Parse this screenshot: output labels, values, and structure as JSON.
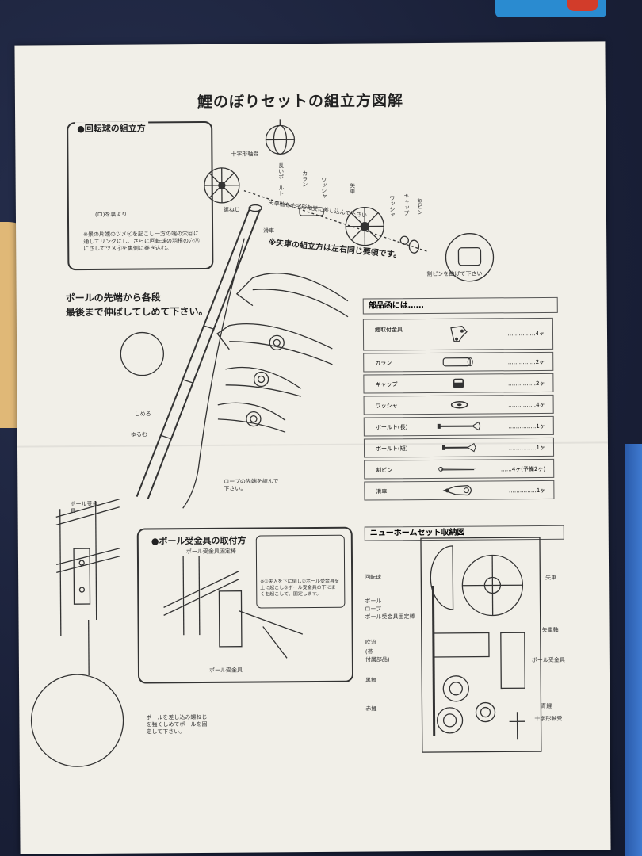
{
  "title": "鯉のぼりセットの組立方図解",
  "rotating_ball": {
    "heading": "●回転球の組立方",
    "note": "※景の片端のツメ㋑を起こし一方の端の穴㋺に通してリングにし、さらに回転球の羽根の穴㋩にさしてツメ㋑を裏側に巻き込む。",
    "sub_label": "(ロ)を裏より"
  },
  "assembly_labels": {
    "cross_bearing": "十字形軸受",
    "bolt_long": "長いボールト",
    "collar": "カラン",
    "washer": "ワッシャ",
    "windmill": "矢車",
    "washer2": "ワッシャ",
    "cap": "キャップ",
    "split_pin": "割ピン",
    "screw": "螺ねじ",
    "pulley": "滑車",
    "axle_note": "矢車軸を十字形軸受に差し込んで下さい",
    "pin_note": "割ピンを曲げて下さい",
    "windmill_note": "※矢車の組立方は左右同じ要領です。"
  },
  "pole_note": {
    "line1": "ポールの先端から各段",
    "line2": "最後まで伸ばしてしめて下さい。"
  },
  "tighten": "しめる",
  "loosen": "ゆるむ",
  "rope_note": "ロープの先端を結んで下さい。",
  "pole_receiver": "ポール受金具",
  "parts": {
    "header": "部品函には……",
    "items": [
      {
        "name": "鯉取付金具",
        "qty": "……………4ヶ"
      },
      {
        "name": "カラン",
        "qty": "……………2ヶ"
      },
      {
        "name": "キャップ",
        "qty": "……………2ヶ"
      },
      {
        "name": "ワッシャ",
        "qty": "……………4ヶ"
      },
      {
        "name": "ボールト(長)",
        "qty": "……………1ヶ"
      },
      {
        "name": "ボールト(短)",
        "qty": "……………1ヶ"
      },
      {
        "name": "割ピン",
        "qty": "……4ヶ(予備2ヶ)"
      },
      {
        "name": "滑車",
        "qty": "……………1ヶ"
      }
    ]
  },
  "mount": {
    "heading": "●ポール受金具の取付方",
    "fixing_rod": "ポール受金具固定棒",
    "receiver": "ポール受金具",
    "inset_note": "※①矢入を下に倒し②ポール受金具を上に起こし③ポール受金具の下にまくを起こして、固定します。"
  },
  "bottom_note": "ポールを差し込み螺ねじを強くしめてポールを固定して下さい。",
  "storage": {
    "header": "ニューホームセット収納図",
    "left_labels": [
      "回転球",
      "ポール",
      "ロープ",
      "ポール受金具固定棒",
      "吹流",
      "(帯",
      "付属部品)",
      "黒鯉",
      "赤鯉"
    ],
    "right_labels": [
      "矢車",
      "矢車軸",
      "ポール受金具",
      "青鯉",
      "十字形軸受"
    ]
  }
}
